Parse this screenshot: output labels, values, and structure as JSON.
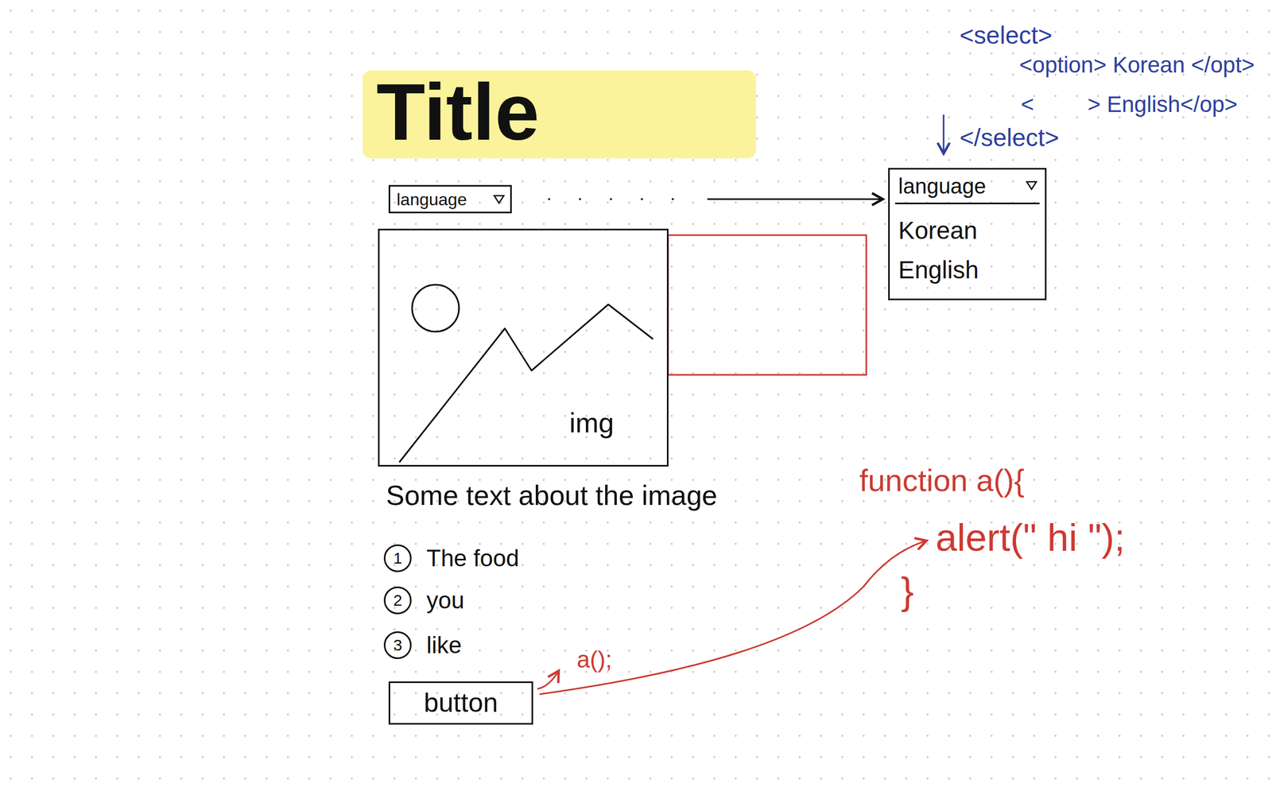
{
  "diagram": {
    "title": "Title",
    "nodes": [
      {
        "text": [
          "language"
        ]
      },
      {
        "text": [
          "language",
          "Korean",
          "English"
        ]
      },
      {
        "text": [
          "img"
        ]
      },
      {
        "text": [
          "1"
        ]
      },
      {
        "text": [
          "2"
        ]
      },
      {
        "text": [
          "3"
        ]
      },
      {
        "text": [
          "button"
        ]
      }
    ],
    "edges": [
      {
        "from": 0,
        "to": 1,
        "arrow": "to"
      }
    ],
    "labels": [
      "<select>",
      "<option> Korean </opt>",
      "<",
      "> English</op>",
      "</select>",
      "Some text about the image",
      "The food",
      "you",
      "like",
      "a();",
      "function a(){",
      "alert(\" hi \");",
      "}"
    ]
  }
}
